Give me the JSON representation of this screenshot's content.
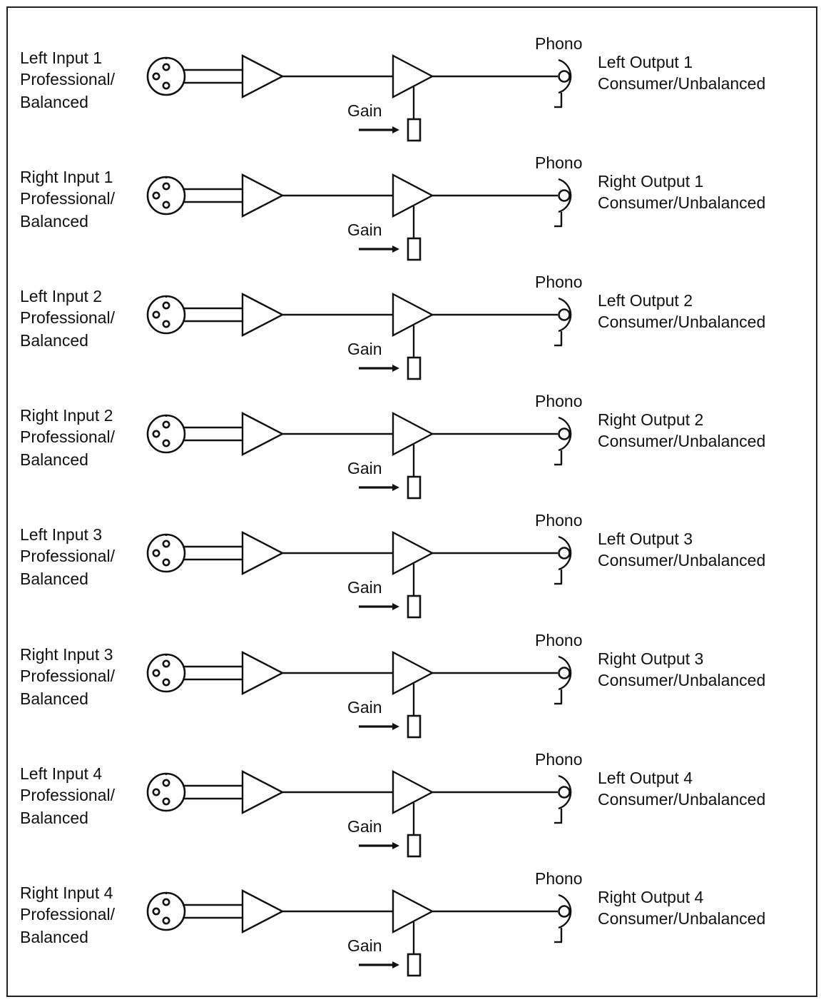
{
  "channels": [
    {
      "input_name": "Left Input 1",
      "input_type_1": "Professional/",
      "input_type_2": "Balanced",
      "gain_label": "Gain",
      "phono_label": "Phono",
      "output_name": "Left Output 1",
      "output_type": "Consumer/Unbalanced"
    },
    {
      "input_name": "Right Input 1",
      "input_type_1": "Professional/",
      "input_type_2": "Balanced",
      "gain_label": "Gain",
      "phono_label": "Phono",
      "output_name": "Right Output 1",
      "output_type": "Consumer/Unbalanced"
    },
    {
      "input_name": "Left Input 2",
      "input_type_1": "Professional/",
      "input_type_2": "Balanced",
      "gain_label": "Gain",
      "phono_label": "Phono",
      "output_name": "Left Output 2",
      "output_type": "Consumer/Unbalanced"
    },
    {
      "input_name": "Right Input 2",
      "input_type_1": "Professional/",
      "input_type_2": "Balanced",
      "gain_label": "Gain",
      "phono_label": "Phono",
      "output_name": "Right Output 2",
      "output_type": "Consumer/Unbalanced"
    },
    {
      "input_name": "Left Input 3",
      "input_type_1": "Professional/",
      "input_type_2": "Balanced",
      "gain_label": "Gain",
      "phono_label": "Phono",
      "output_name": "Left Output 3",
      "output_type": "Consumer/Unbalanced"
    },
    {
      "input_name": "Right Input 3",
      "input_type_1": "Professional/",
      "input_type_2": "Balanced",
      "gain_label": "Gain",
      "phono_label": "Phono",
      "output_name": "Right Output 3",
      "output_type": "Consumer/Unbalanced"
    },
    {
      "input_name": "Left Input 4",
      "input_type_1": "Professional/",
      "input_type_2": "Balanced",
      "gain_label": "Gain",
      "phono_label": "Phono",
      "output_name": "Left Output 4",
      "output_type": "Consumer/Unbalanced"
    },
    {
      "input_name": "Right Input 4",
      "input_type_1": "Professional/",
      "input_type_2": "Balanced",
      "gain_label": "Gain",
      "phono_label": "Phono",
      "output_name": "Right Output 4",
      "output_type": "Consumer/Unbalanced"
    }
  ],
  "icons": {
    "input_connector": "xlr-connector-icon",
    "input_amplifier": "amplifier-icon",
    "gain_amplifier": "amplifier-icon",
    "gain_control": "gain-control-icon",
    "gain_arrow": "arrow-right-icon",
    "output_connector": "phono-jack-icon"
  }
}
